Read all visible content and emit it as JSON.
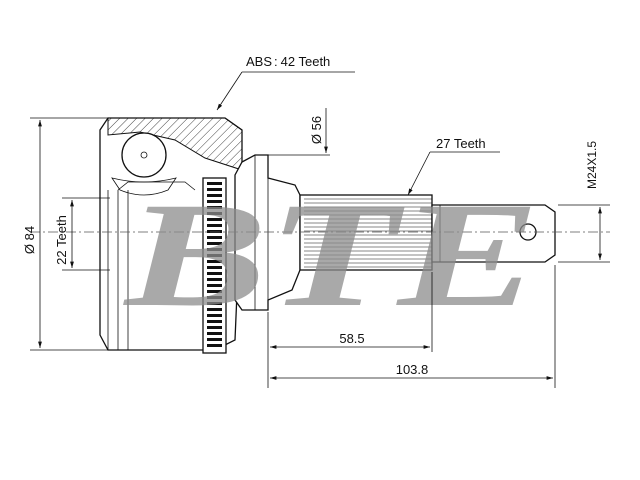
{
  "watermark": {
    "text": "BTE"
  },
  "labels": {
    "abs": "ABS",
    "abs_sep": ":",
    "abs_teeth": "42 Teeth",
    "spline_teeth": "27 Teeth",
    "inner_teeth": "22 Teeth",
    "outer_diameter": "Ø 84",
    "flange_diameter": "Ø 56",
    "thread": "M24X1.5",
    "length_short": "58.5",
    "length_total": "103.8"
  },
  "colors": {
    "line": "#111111",
    "watermark": "#8c8c8c",
    "background": "#ffffff"
  }
}
